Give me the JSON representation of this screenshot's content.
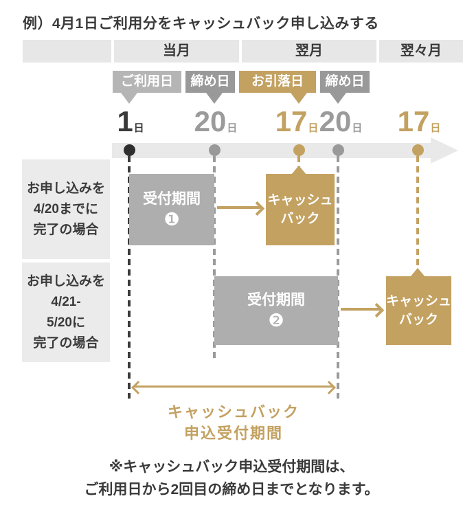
{
  "title": "例）4月1日ご利用分をキャッシュバック申し込みする",
  "header": {
    "corner": "",
    "months": [
      {
        "label": "当月"
      },
      {
        "label": "翌月"
      },
      {
        "label": "翌々月"
      }
    ]
  },
  "tags": [
    {
      "label": "ご利用日",
      "color": "#b5b5b5"
    },
    {
      "label": "締め日",
      "color": "#999999"
    },
    {
      "label": "お引落日",
      "color": "#c3a161"
    },
    {
      "label": "締め日",
      "color": "#999999"
    }
  ],
  "dates": [
    {
      "number": "1",
      "suffix": "日",
      "color": "#3a3a3a"
    },
    {
      "number": "20",
      "suffix": "日",
      "color": "#9b9b9b"
    },
    {
      "number": "17",
      "suffix": "日",
      "color": "#c3a161"
    },
    {
      "number": "20",
      "suffix": "日",
      "color": "#9b9b9b"
    },
    {
      "number": "17",
      "suffix": "日",
      "color": "#c3a161"
    }
  ],
  "rows": [
    {
      "label_lines": [
        "お申し込みを",
        "4/20までに",
        "完了の場合"
      ],
      "period_label": "受付期間",
      "period_number": "❶",
      "cashback_lines": [
        "キャッシュ",
        "バック"
      ]
    },
    {
      "label_lines": [
        "お申し込みを",
        "4/21-",
        "5/20に",
        "完了の場合"
      ],
      "period_label": "受付期間",
      "period_number": "❷",
      "cashback_lines": [
        "キャッシュ",
        "バック"
      ]
    }
  ],
  "summary": {
    "lines": [
      "キャッシュバック",
      "申込受付期間"
    ]
  },
  "footnote_lines": [
    "※キャッシュバック申込受付期間は、",
    "ご利用日から2回目の締め日までとなります。"
  ],
  "colors": {
    "gold": "#c3a161",
    "gray": "#9b9b9b",
    "light_gray_bg": "#e9e9e9",
    "label_box_bg": "#ebebeb",
    "period_box_gray": "#aeaeae",
    "dark_text": "#3a3a3a"
  }
}
